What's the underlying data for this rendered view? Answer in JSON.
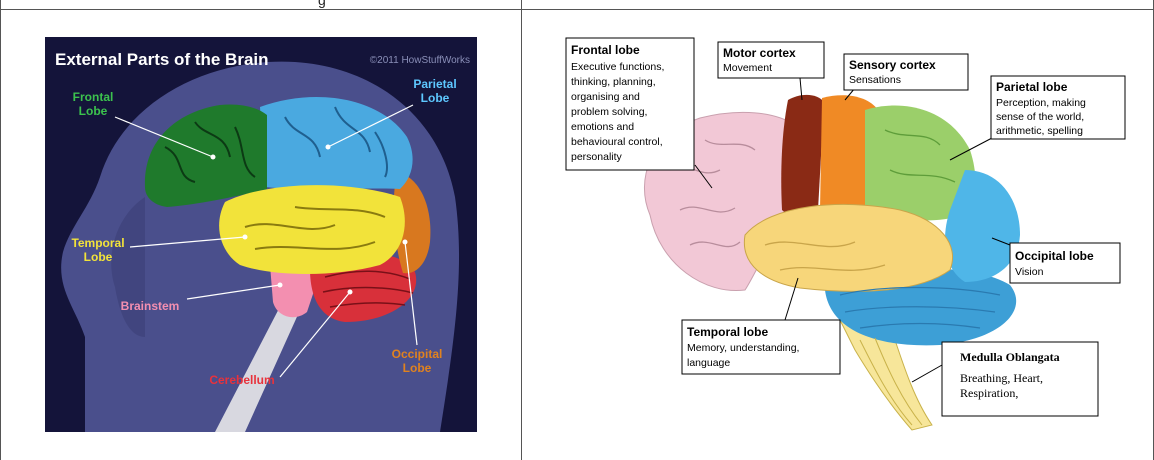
{
  "top_fragment": "g",
  "left": {
    "title": "External Parts of the Brain",
    "copyright": "©2011 HowStuffWorks",
    "labels": {
      "frontal_1": "Frontal",
      "frontal_2": "Lobe",
      "parietal_1": "Parietal",
      "parietal_2": "Lobe",
      "temporal_1": "Temporal",
      "temporal_2": "Lobe",
      "brainstem": "Brainstem",
      "cerebellum": "Cerebellum",
      "occipital_1": "Occipital",
      "occipital_2": "Lobe"
    }
  },
  "right": {
    "frontal": {
      "title": "Frontal lobe",
      "lines": [
        "Executive functions,",
        "thinking, planning,",
        "organising and",
        "problem solving,",
        "emotions and",
        "behavioural control,",
        "personality"
      ]
    },
    "motor": {
      "title": "Motor cortex",
      "lines": [
        "Movement"
      ]
    },
    "sensory": {
      "title": "Sensory cortex",
      "lines": [
        "Sensations"
      ]
    },
    "parietal": {
      "title": "Parietal lobe",
      "lines": [
        "Perception, making",
        "sense of the world,",
        "arithmetic, spelling"
      ]
    },
    "occipital": {
      "title": "Occipital lobe",
      "lines": [
        "Vision"
      ]
    },
    "temporal": {
      "title": "Temporal lobe",
      "lines": [
        "Memory, understanding,",
        "language"
      ]
    },
    "medulla": {
      "title": "Medulla Oblangata",
      "lines": [
        "Breathing, Heart,",
        "Respiration,"
      ]
    }
  },
  "colors": {
    "bg_dark": "#14143a",
    "head": "#4a4f8c",
    "frontal_left": "#1f7a2c",
    "parietal_left": "#4aa9e0",
    "temporal_left": "#f2e33a",
    "occipital_left": "#d8781f",
    "cerebellum_left": "#d8303a",
    "brainstem_left": "#f38fb0",
    "frontal_right": "#f2c8d6",
    "motor_right": "#8a2a15",
    "sensory_right": "#f08a25",
    "parietal_right": "#9bcf6a",
    "occipital_right": "#4fb6e8",
    "temporal_right": "#f7d67a",
    "cerebellum_right": "#3d9fd6",
    "medulla_right": "#f7e69a"
  }
}
